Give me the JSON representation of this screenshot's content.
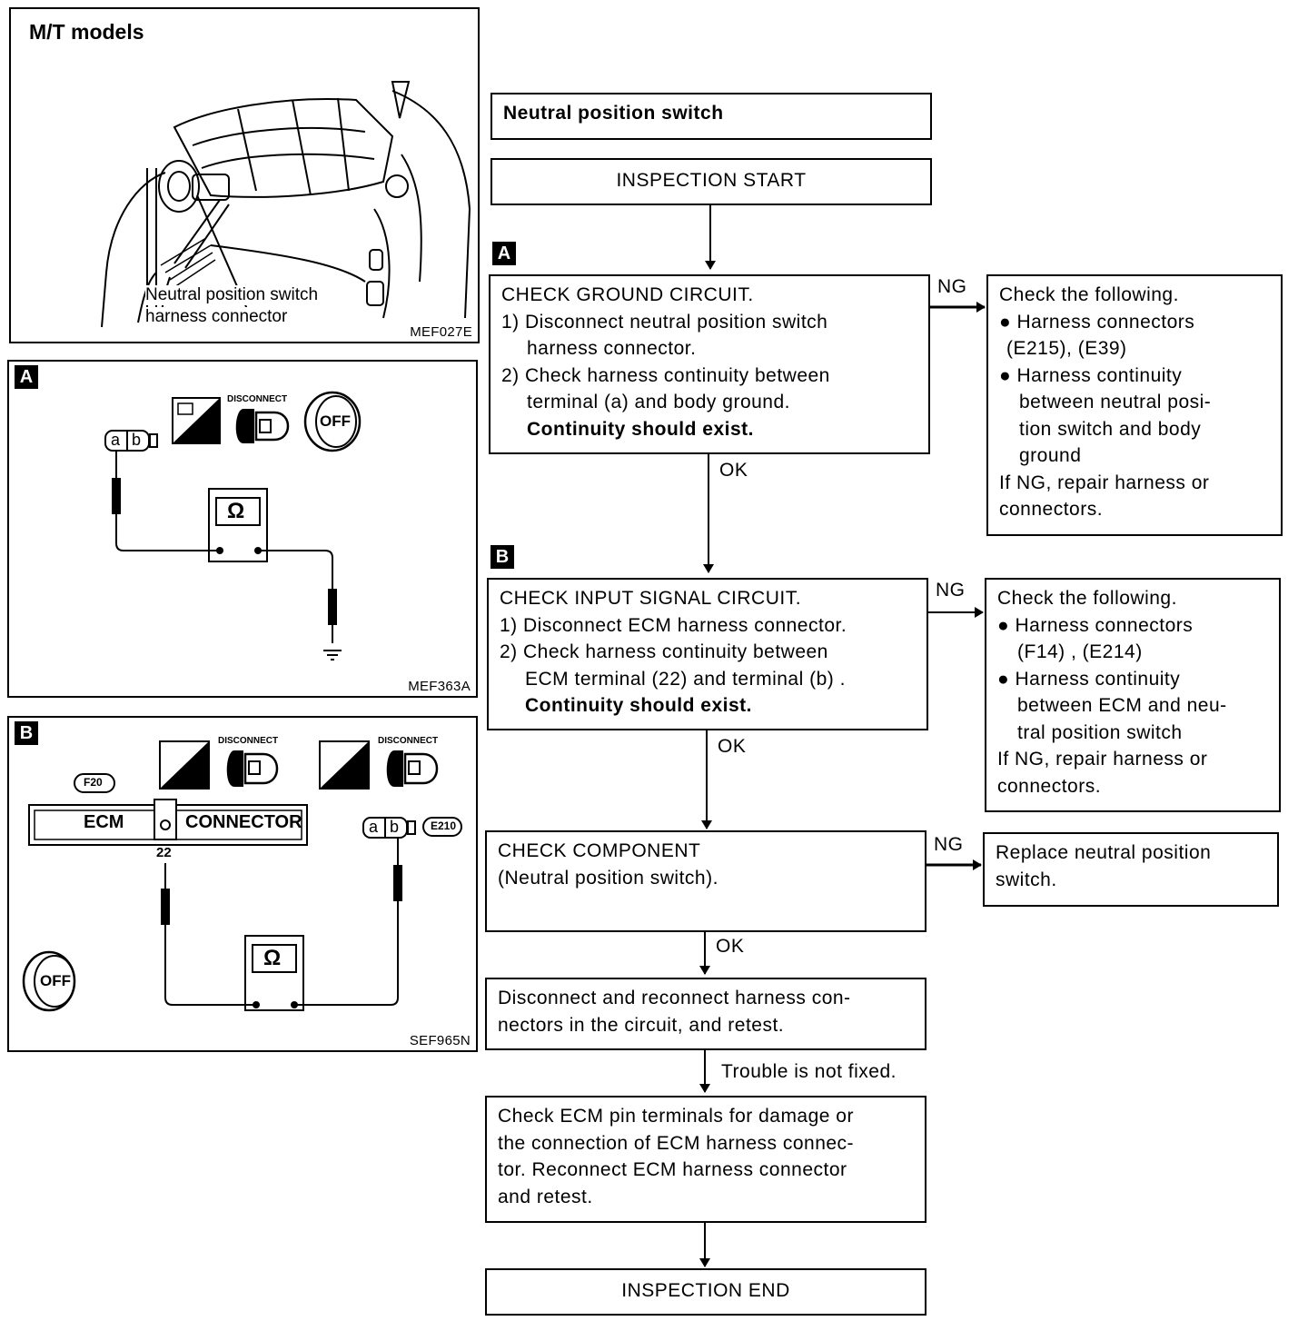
{
  "figures": {
    "mt": {
      "title": "M/T models",
      "callout": [
        "Neutral position switch",
        "harness connector"
      ],
      "id": "MEF027E"
    },
    "a": {
      "tag": "A",
      "connector_pins": [
        "a",
        "b"
      ],
      "meter_symbol": "Ω",
      "disconnect_label": "DISCONNECT",
      "ignition_label": "OFF",
      "id": "MEF363A"
    },
    "b": {
      "tag": "B",
      "ecm_label": "ECM",
      "connector_label": "CONNECTOR",
      "pin": "22",
      "connector_code_1": "F20",
      "connector_code_2": "E210",
      "connector_pins": [
        "a",
        "b"
      ],
      "meter_symbol": "Ω",
      "disconnect_label_1": "DISCONNECT",
      "disconnect_label_2": "DISCONNECT",
      "ignition_label": "OFF",
      "id": "SEF965N"
    }
  },
  "flow": {
    "title": "Neutral position switch",
    "start": "INSPECTION START",
    "step_a": {
      "tag": "A",
      "heading": "CHECK GROUND CIRCUIT.",
      "lines": [
        "1) Disconnect neutral position switch",
        "harness connector.",
        "2) Check harness continuity between",
        "terminal (a) and body ground."
      ],
      "emphasis": "Continuity should exist.",
      "ng_label": "NG",
      "ok_label": "OK",
      "ng_box": [
        "Check the following.",
        "● Harness connectors",
        "(E215), (E39)",
        "● Harness continuity",
        "between neutral posi-",
        "tion switch and body",
        "ground",
        "If NG, repair harness or",
        "connectors."
      ]
    },
    "step_b": {
      "tag": "B",
      "heading": "CHECK INPUT SIGNAL CIRCUIT.",
      "lines": [
        "1) Disconnect ECM harness connector.",
        "2) Check harness continuity between",
        "ECM terminal (22) and terminal (b) ."
      ],
      "emphasis": "Continuity should exist.",
      "ng_label": "NG",
      "ok_label": "OK",
      "ng_box": [
        "Check the following.",
        "● Harness connectors",
        "(F14) , (E214)",
        "● Harness continuity",
        "between ECM and neu-",
        "tral position switch",
        "If NG, repair harness or",
        "connectors."
      ]
    },
    "step_c": {
      "heading": "CHECK COMPONENT",
      "lines": [
        "(Neutral position switch)."
      ],
      "ng_label": "NG",
      "ok_label": "OK",
      "ng_box": [
        "Replace neutral position",
        "switch."
      ]
    },
    "reconnect": [
      "Disconnect and reconnect harness con-",
      "nectors in the circuit, and retest."
    ],
    "not_fixed_label": "Trouble is not fixed.",
    "ecm_check": [
      "Check ECM pin terminals for damage or",
      "the connection of ECM harness connec-",
      "tor. Reconnect ECM harness connector",
      "and retest."
    ],
    "end": "INSPECTION END"
  }
}
